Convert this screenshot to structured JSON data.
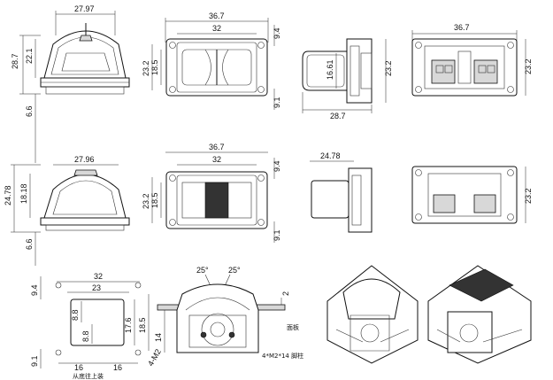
{
  "dimensions": {
    "front_top_width": "27.97",
    "front_top_total_h": "28.7",
    "front_top_inner_h": "22.1",
    "offset_top": "6.6",
    "top_view_width": "36.7",
    "top_view_inner": "32",
    "top_view_h1": "23.2",
    "top_view_h2": "18.5",
    "top_view_top": "9.4",
    "top_view_bottom": "9.1",
    "side_h": "16.61",
    "side_w": "28.7",
    "side_right_h": "23.2",
    "back_width": "36.7",
    "back_h": "23.2",
    "front_mid_width": "27.96",
    "front_mid_total": "24.78",
    "front_mid_inner": "18.18",
    "offset_mid": "6.6",
    "mid_top_width": "36.7",
    "mid_top_inner": "32",
    "mid_top_h1": "23.2",
    "mid_top_h2": "18.5",
    "mid_top_top": "9.4",
    "mid_top_bottom": "9.1",
    "mid_side_width": "24.78",
    "mid_back_h": "23.2",
    "cutout_w": "32",
    "cutout_inner": "23",
    "cutout_top": "9.4",
    "cutout_h1": "17.6",
    "cutout_h2": "18.5",
    "cutout_half1": "8.8",
    "cutout_half2": "8.8",
    "cutout_bottom": "9.1",
    "cutout_pitch_left": "16",
    "cutout_pitch_right": "16",
    "hole_label": "4-M2",
    "angle_left": "25°",
    "angle_right": "25°",
    "panel_thickness": "2",
    "section_h": "14"
  },
  "labels": {
    "install_note": "从底往上装",
    "panel": "面板",
    "screw_note": "4*M2*14 脚柱"
  }
}
